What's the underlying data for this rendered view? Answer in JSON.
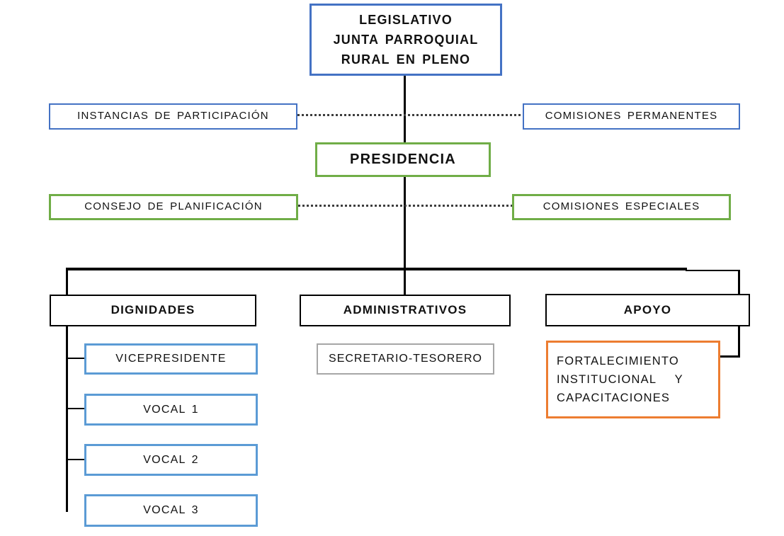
{
  "diagram": {
    "title": "Organigrama GAD Parroquial Rural",
    "colors": {
      "blue": "#4472C4",
      "light_blue": "#5B9BD5",
      "green": "#70AD47",
      "orange": "#ED7D31",
      "gray": "#A6A6A6",
      "line_black": "#000000"
    },
    "nodes": {
      "legislativo": {
        "label": "LEGISLATIVO\nJUNTA PARROQUIAL\nRURAL EN PLENO",
        "border_color": "#4472C4"
      },
      "instancias": {
        "label": "INSTANCIAS DE PARTICIPACIÓN",
        "border_color": "#4472C4"
      },
      "comisiones_permanentes": {
        "label": "COMISIONES PERMANENTES",
        "border_color": "#4472C4"
      },
      "presidencia": {
        "label": "PRESIDENCIA",
        "border_color": "#70AD47"
      },
      "consejo_planificacion": {
        "label": "CONSEJO DE PLANIFICACIÓN",
        "border_color": "#70AD47"
      },
      "comisiones_especiales": {
        "label": "COMISIONES ESPECIALES",
        "border_color": "#70AD47"
      },
      "dignidades": {
        "label": "DIGNIDADES",
        "border_color": "#000000"
      },
      "administrativos": {
        "label": "ADMINISTRATIVOS",
        "border_color": "#000000"
      },
      "apoyo": {
        "label": "APOYO",
        "border_color": "#000000"
      },
      "vicepresidente": {
        "label": "VICEPRESIDENTE",
        "border_color": "#5B9BD5"
      },
      "vocal1": {
        "label": "VOCAL 1",
        "border_color": "#5B9BD5"
      },
      "vocal2": {
        "label": "VOCAL 2",
        "border_color": "#5B9BD5"
      },
      "vocal3": {
        "label": "VOCAL 3",
        "border_color": "#5B9BD5"
      },
      "secretario_tesorero": {
        "label": "SECRETARIO-TESORERO",
        "border_color": "#A6A6A6"
      },
      "fortalecimiento": {
        "label": "FORTALECIMIENTO\nINSTITUCIONAL   Y\nCAPACITACIONES",
        "border_color": "#ED7D31"
      }
    }
  }
}
